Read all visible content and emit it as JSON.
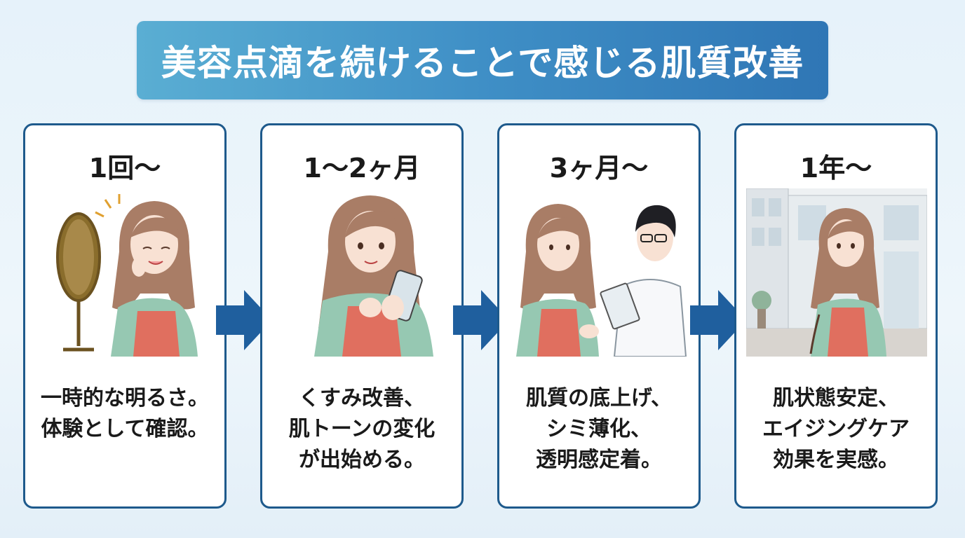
{
  "title": "美容点滴を続けることで感じる肌質改善",
  "stages": [
    {
      "period": "1回〜",
      "description": [
        "一時的な明るさ。",
        "体験として確認。"
      ]
    },
    {
      "period": "1〜2ヶ月",
      "description": [
        "くすみ改善、",
        "肌トーンの変化",
        "が出始める。"
      ]
    },
    {
      "period": "3ヶ月〜",
      "description": [
        "肌質の底上げ、",
        "シミ薄化、",
        "透明感定着。"
      ]
    },
    {
      "period": "1年〜",
      "description": [
        "肌状態安定、",
        "エイジングケア",
        "効果を実感。"
      ]
    }
  ],
  "colors": {
    "banner": "#3f8fc6",
    "card_border": "#1e5a8c",
    "arrow": "#1f5f9e",
    "hair": "#a97d66",
    "dress": "#e06f5f",
    "blouse": "#96c8b2"
  }
}
